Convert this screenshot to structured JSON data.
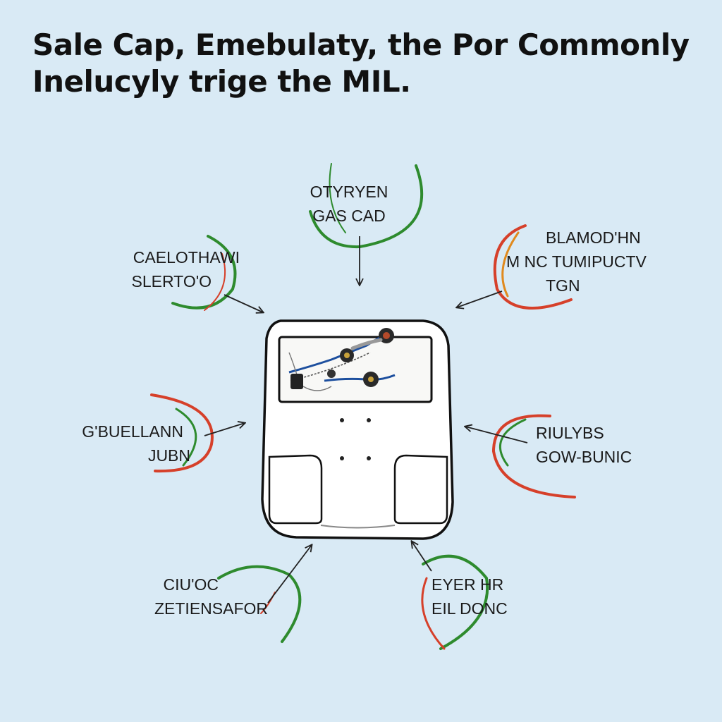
{
  "title": {
    "line1": "Sale Cap, Emebulaty, the Por Commonly",
    "line2": "Inelucyly trige the MIL."
  },
  "labels": {
    "top": {
      "line1": "OTYRYEN",
      "line2": "GAS CAD"
    },
    "upper_left": {
      "line1": "CAELOTHAWI",
      "line2": "SLERTO'O"
    },
    "upper_right": {
      "line1": "BLAMOD'HN",
      "line2": "M  NC TUMIPUCTV",
      "line3": "TGN"
    },
    "mid_left": {
      "line1": "G'BUELLANN",
      "line2": "JUBN"
    },
    "mid_right": {
      "line1": "RIULYBS",
      "line2": "GOW-BUNIC"
    },
    "lower_left": {
      "line1": "CIU'OC",
      "line2": "ZETIENSAFOR"
    },
    "lower_right": {
      "line1": "EYER HR",
      "line2": "EIL DONC"
    }
  },
  "colors": {
    "background": "#d9eaf5",
    "arc_green": "#2e8b2e",
    "arc_red": "#d6402a",
    "arc_orange": "#e08a1e",
    "outline": "#111111"
  },
  "icons": [
    "engine-module-icon",
    "arrow-icon"
  ]
}
